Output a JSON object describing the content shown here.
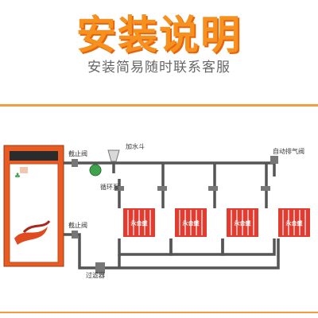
{
  "header": {
    "title": "安装说明",
    "subtitle": "安装简易随时联系客服"
  },
  "diagram": {
    "labels": {
      "shutoff_valve_top": "截止阀",
      "water_funnel": "加水斗",
      "circulation_pump": "循环泵",
      "auto_vent_valve": "自动排气阀",
      "shutoff_valve_bottom": "截止阀",
      "filter": "过滤器"
    },
    "radiator_label": "永合盛",
    "radiator_count": 4
  },
  "colors": {
    "accent": "#f6911f",
    "pipe": "#555555",
    "boiler_body": "#e85b22",
    "radiator": "#e23b2f",
    "pump": "#3fa34d"
  }
}
